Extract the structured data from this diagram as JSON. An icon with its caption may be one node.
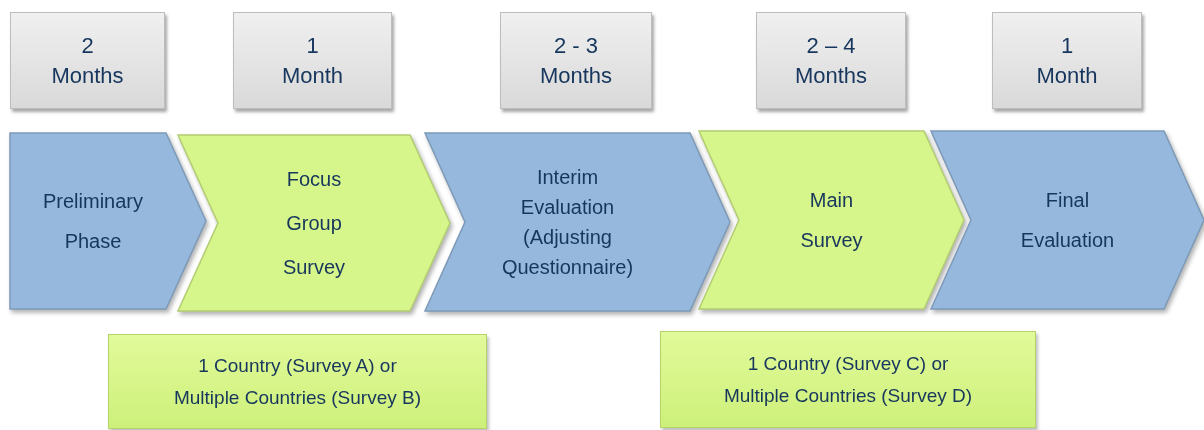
{
  "diagram": {
    "nodes": [
      {
        "text": [
          "2 Months"
        ]
      },
      {
        "text": [
          "1 Month"
        ]
      },
      {
        "text": [
          "2 - 3 Months"
        ]
      },
      {
        "text": [
          "2 – 4 Months"
        ]
      },
      {
        "text": [
          "1 Month"
        ]
      },
      {
        "text": [
          "Preliminary Phase"
        ]
      },
      {
        "text": [
          "Focus Group Survey"
        ]
      },
      {
        "text": [
          "Interim Evaluation (Adjusting Questionnaire)"
        ]
      },
      {
        "text": [
          "Main Survey"
        ]
      },
      {
        "text": [
          "Final Evaluation"
        ]
      },
      {
        "text": [
          "1 Country (Survey A) or Multiple Countries (Survey B)"
        ]
      },
      {
        "text": [
          "1 Country (Survey C) or Multiple Countries (Survey D)"
        ]
      }
    ]
  }
}
